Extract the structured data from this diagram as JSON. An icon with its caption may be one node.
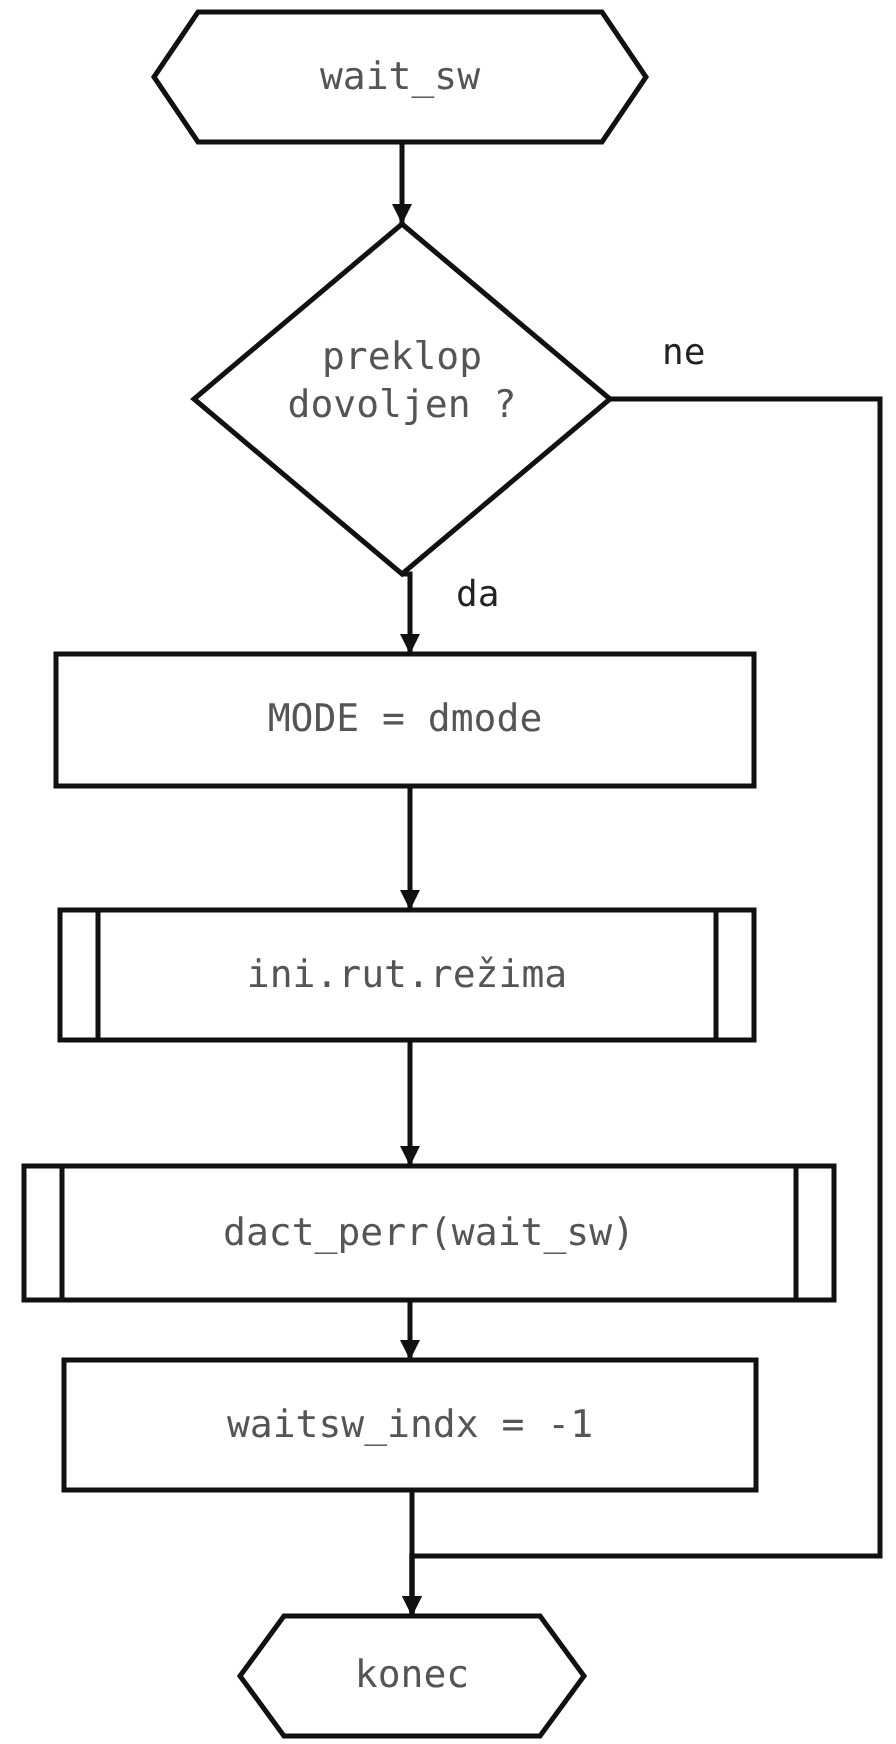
{
  "diagram": {
    "nodes": [
      {
        "text": [
          "wait_sw"
        ]
      },
      {
        "text": [
          "preklop dovoljen ?"
        ]
      },
      {
        "text": [
          "MODE = dmode"
        ]
      },
      {
        "text": [
          "ini.rut.režima"
        ]
      },
      {
        "text": [
          "dact_perr(wait_sw)"
        ]
      },
      {
        "text": [
          "waitsw_indx = -1"
        ]
      },
      {
        "text": [
          "konec"
        ]
      }
    ],
    "edges": [
      {
        "from": 0,
        "to": 1,
        "arrow": "to"
      },
      {
        "from": 1,
        "to": 2,
        "label": "da",
        "arrow": "to"
      },
      {
        "from": 2,
        "to": 3,
        "arrow": "to"
      },
      {
        "from": 3,
        "to": 4,
        "arrow": "to"
      },
      {
        "from": 4,
        "to": 5,
        "arrow": "to"
      },
      {
        "from": 5,
        "to": 6,
        "arrow": "to"
      },
      {
        "from": 1,
        "to": 6,
        "label": "ne",
        "arrow": "to"
      }
    ]
  }
}
